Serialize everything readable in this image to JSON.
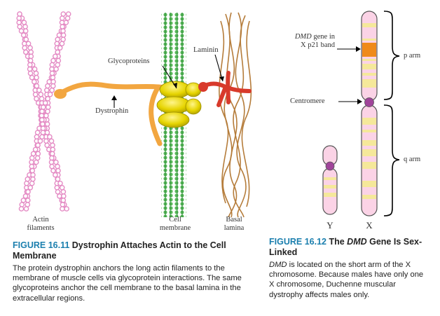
{
  "figure_1611": {
    "labels": {
      "actin": "Actin\nfilaments",
      "dystrophin": "Dystrophin",
      "glycoproteins": "Glycoproteins",
      "cell_membrane": "Cell\nmembrane",
      "laminin": "Laminin",
      "basal_lamina": "Basal\nlamina"
    },
    "caption": {
      "number": "FIGURE 16.11",
      "title": "Dystrophin Attaches Actin to the Cell Membrane",
      "body": "The protein dystrophin anchors the long actin filaments to the membrane of muscle cells via glycoprotein interactions. The same glycoproteins anchor the cell membrane to the basal lamina in the extracellular regions."
    },
    "colors": {
      "actin": "#e48bc4",
      "dystrophin": "#f2a640",
      "glycoprotein": "#e8d800",
      "membrane": "#4fb34f",
      "laminin": "#d93a2b",
      "lamina": "#b07a3a"
    }
  },
  "figure_1612": {
    "labels": {
      "dmd_gene_italic": "DMD",
      "dmd_gene_rest": " gene in\nX p21 band",
      "centromere": "Centromere",
      "p_arm": "p arm",
      "q_arm": "q arm",
      "y": "Y",
      "x": "X"
    },
    "caption": {
      "number": "FIGURE 16.12",
      "title_pre": "The ",
      "title_italic": "DMD",
      "title_post": " Gene Is Sex-Linked",
      "body_italic": "DMD",
      "body_rest": " is located on the short arm of the X chromosome. Because males have only one X chromosome, Duchenne muscular dystrophy affects males only."
    },
    "colors": {
      "chromosome": "#fbd3e6",
      "band": "#f5e89a",
      "dmd_band": "#ef8a1a",
      "centromere": "#a0449a"
    }
  }
}
